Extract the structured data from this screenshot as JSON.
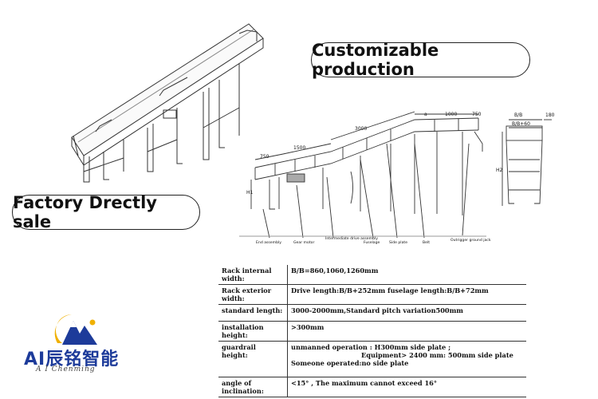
{
  "headline_top": "Customizable production",
  "headline_left": "Factory Drectly sale",
  "drawing_labels": {
    "dims": {
      "d750": "750",
      "d1500": "1500",
      "d3000": "3000",
      "da": "a",
      "d1000": "1000",
      "d750b": "750",
      "h1": "H1",
      "h2": "H2",
      "bb": "B/B",
      "bb60": "B/B+60",
      "d180": "180"
    },
    "parts": [
      "End assembly",
      "Gear motor",
      "Intermediate drive assembly",
      "Fuselage",
      "Side plate",
      "Belt",
      "Outrigger ground jack"
    ]
  },
  "specs": [
    {
      "key": "Rack internal width:",
      "lines": [
        "B/B=860,1060,1260mm"
      ]
    },
    {
      "key": "Rack exterior width:",
      "lines": [
        "Drive length:B/B+252mm  fuselage length:B/B+72mm"
      ]
    },
    {
      "key": "standard length:",
      "lines": [
        "3000-2000mm,Standard pitch variation500mm"
      ]
    },
    {
      "key": "installation height:",
      "lines": [
        ">300mm"
      ]
    },
    {
      "key": "guardrail height:",
      "lines": [
        "unmanned operation : H300mm side plate ;",
        "Equipment> 2400 mm: 500mm side plate",
        "Someone operated:no side plate"
      ]
    },
    {
      "key": "angle of inclination:",
      "lines": [
        "<15° ,    The maximum cannot exceed 16°"
      ]
    }
  ],
  "logo": {
    "name": "AI辰铭智能",
    "sub": "A I  Chenming"
  }
}
